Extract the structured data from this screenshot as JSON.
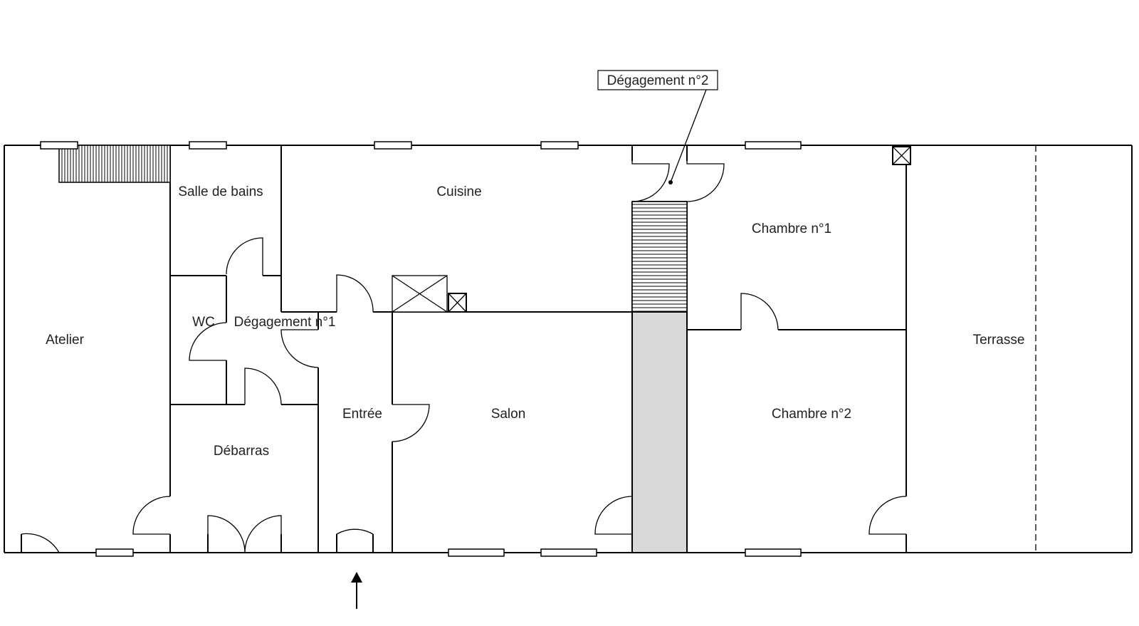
{
  "rooms": {
    "atelier": "Atelier",
    "salle_de_bains": "Salle de bains",
    "cuisine": "Cuisine",
    "wc": "WC",
    "degagement_1": "Dégagement n°1",
    "entree": "Entrée",
    "salon": "Salon",
    "debarras": "Débarras",
    "chambre_1": "Chambre n°1",
    "chambre_2": "Chambre n°2",
    "terrasse": "Terrasse"
  },
  "callout": {
    "degagement_2": "Dégagement n°2"
  },
  "colors": {
    "walls": "#000000",
    "corridor_fill": "#d9d9d9",
    "background": "#ffffff"
  },
  "icons": {
    "entrance": "entrance-arrow-icon",
    "chimney": "chimney-cross-icon",
    "skylight": "skylight-cross-icon",
    "stairs": "staircase-icon"
  }
}
